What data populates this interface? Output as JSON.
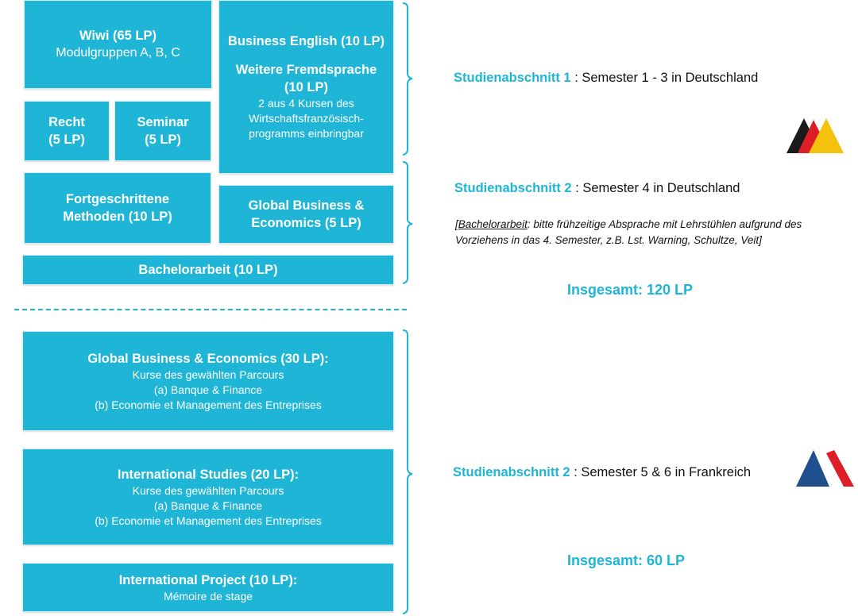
{
  "colors": {
    "accent": "#1fb5d6",
    "text": "#111111",
    "black": "#1a1a1a",
    "red": "#dd1e26",
    "gold": "#f4c20d",
    "navy": "#1f4f8c"
  },
  "section1": {
    "wiwi": {
      "title": "Wiwi (65 LP)",
      "sub": "Modulgruppen A, B, C"
    },
    "business_english": "Business English (10 LP)",
    "weitere_fremdsprache": {
      "title1": "Weitere Fremdsprache",
      "title2": "(10 LP)",
      "sub1": "2 aus 4 Kursen des",
      "sub2": "Wirtschaftsfranzösisch-",
      "sub3": "programms einbringbar"
    },
    "recht": {
      "line1": "Recht",
      "line2": "(5 LP)"
    },
    "seminar": {
      "line1": "Seminar",
      "line2": "(5 LP)"
    },
    "fortgeschrittene": {
      "line1": "Fortgeschrittene",
      "line2": "Methoden (10 LP)"
    },
    "global_business": {
      "line1": "Global Business &",
      "line2": "Economics (5 LP)"
    },
    "bachelorarbeit": "Bachelorarbeit (10 LP)"
  },
  "section2": {
    "gbe": {
      "title": "Global Business & Economics (30 LP):",
      "sub1": "Kurse des gewählten Parcours",
      "sub2": "(a) Banque & Finance",
      "sub3": "(b) Economie et Management des Entreprises"
    },
    "intl_studies": {
      "title": "International Studies (20 LP):",
      "sub1": "Kurse des gewählten Parcours",
      "sub2": "(a) Banque & Finance",
      "sub3": "(b) Economie et Management des Entreprises"
    },
    "intl_project": {
      "title": "International Project (10 LP):",
      "sub": "Mémoire de stage"
    }
  },
  "right": {
    "abschnitt1": {
      "label": "Studienabschnitt 1",
      "text": " : Semester 1 - 3 in Deutschland"
    },
    "abschnitt2a": {
      "label": "Studienabschnitt 2",
      "text": " : Semester 4 in Deutschland"
    },
    "note": {
      "open": "[",
      "link": "Bachelorarbeit",
      "rest1": ": bitte frühzeitige Absprache mit Lehrstühlen aufgrund des",
      "rest2": "Vorziehens in das 4. Semester, z.B. Lst. Warning, Schultze, Veit]"
    },
    "total1": "Insgesamt: 120 LP",
    "abschnitt2b": {
      "label": "Studienabschnitt 2",
      "text": " : Semester 5 & 6 in Frankreich"
    },
    "total2": "Insgesamt: 60 LP"
  },
  "icons": [
    "german-university-logo",
    "french-university-logo",
    "curly-brace"
  ]
}
